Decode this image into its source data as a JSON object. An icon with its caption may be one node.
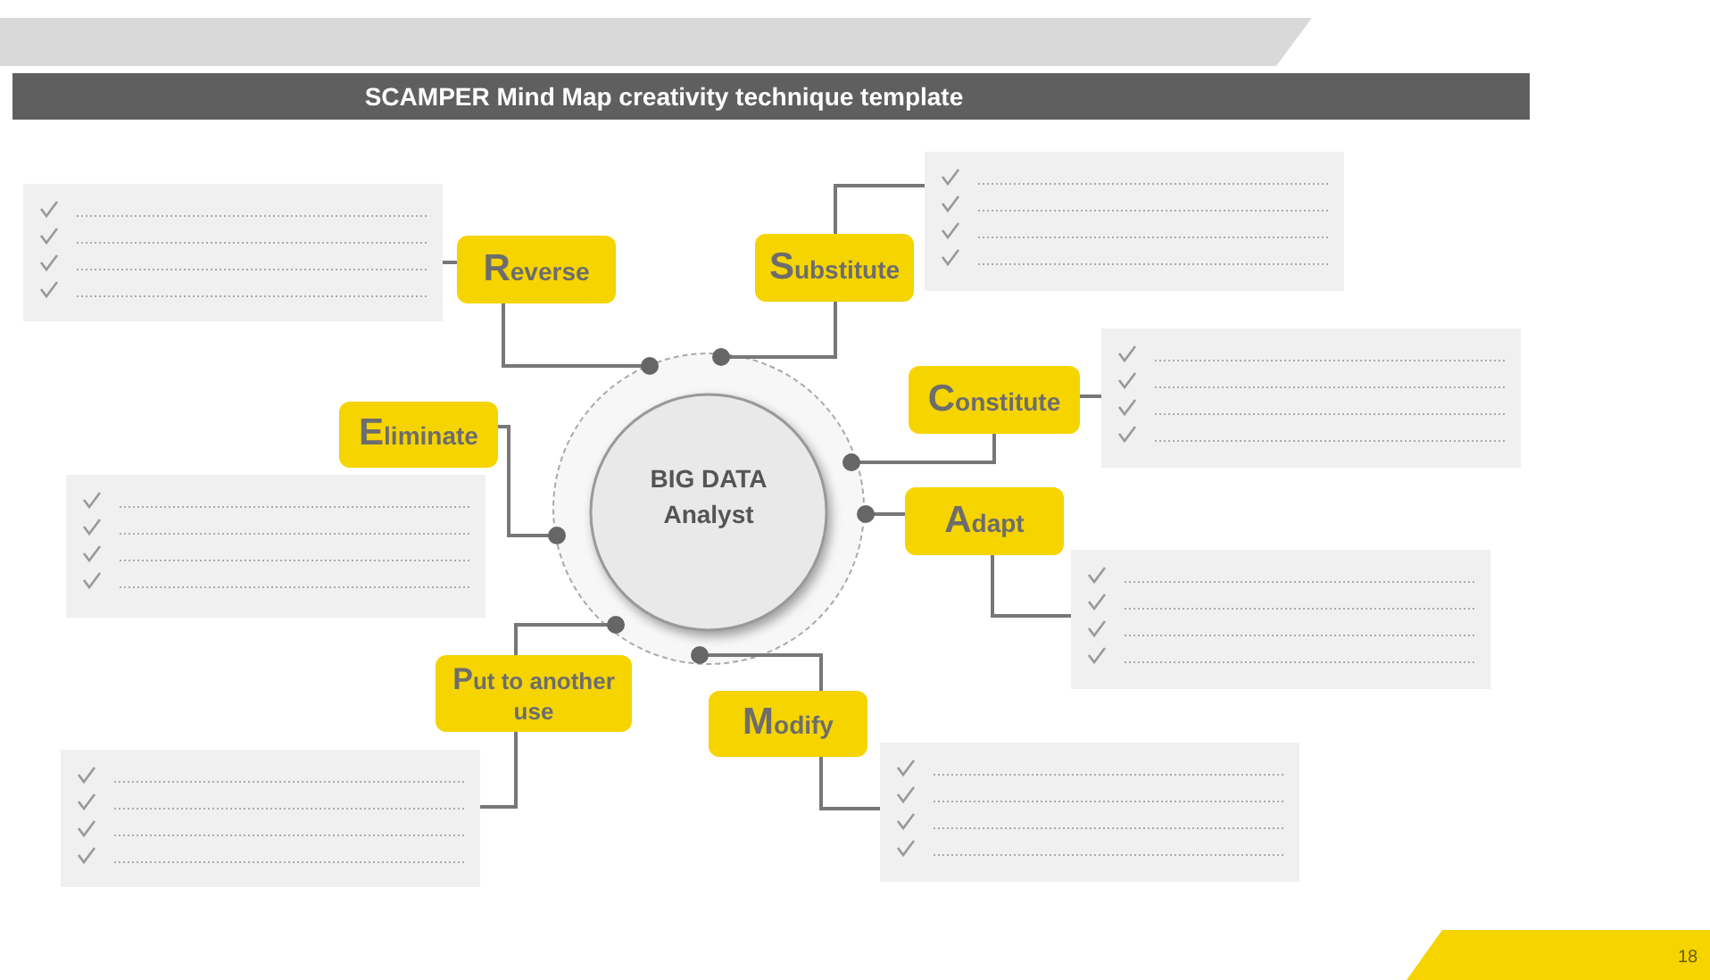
{
  "diagram": {
    "title": "SCAMPER Mind Map creativity technique template",
    "nodes": [
      {
        "text": [
          "BIG DATA Analyst"
        ]
      },
      {
        "text": [
          "Reverse"
        ]
      },
      {
        "text": [
          "Substitute"
        ]
      },
      {
        "text": [
          "Constitute"
        ]
      },
      {
        "text": [
          "Eliminate"
        ]
      },
      {
        "text": [
          "Adapt"
        ]
      },
      {
        "text": [
          "Put to another use"
        ]
      },
      {
        "text": [
          "Modify"
        ]
      },
      {
        "text": [],
        "shape": "box"
      },
      {
        "text": [],
        "shape": "box"
      },
      {
        "text": [],
        "shape": "box"
      },
      {
        "text": [],
        "shape": "box"
      },
      {
        "text": [],
        "shape": "box"
      },
      {
        "text": [],
        "shape": "box"
      },
      {
        "text": [],
        "shape": "box"
      }
    ],
    "edges": [
      {
        "from": 0,
        "to": 1,
        "arrow": "other"
      },
      {
        "from": 0,
        "to": 2,
        "arrow": "other"
      },
      {
        "from": 0,
        "to": 3,
        "arrow": "other"
      },
      {
        "from": 0,
        "to": 4,
        "arrow": "other"
      },
      {
        "from": 0,
        "to": 5,
        "arrow": "other"
      },
      {
        "from": 0,
        "to": 6,
        "arrow": "other"
      },
      {
        "from": 0,
        "to": 7,
        "arrow": "other"
      },
      {
        "from": 2,
        "to": 8,
        "arrow": "none"
      },
      {
        "from": 1,
        "to": 9,
        "arrow": "none"
      },
      {
        "from": 3,
        "to": 10,
        "arrow": "none"
      },
      {
        "from": 5,
        "to": 12,
        "arrow": "none"
      },
      {
        "from": 7,
        "to": 13,
        "arrow": "none"
      },
      {
        "from": 6,
        "to": 14,
        "arrow": "none"
      }
    ],
    "labels": [
      "18"
    ]
  }
}
